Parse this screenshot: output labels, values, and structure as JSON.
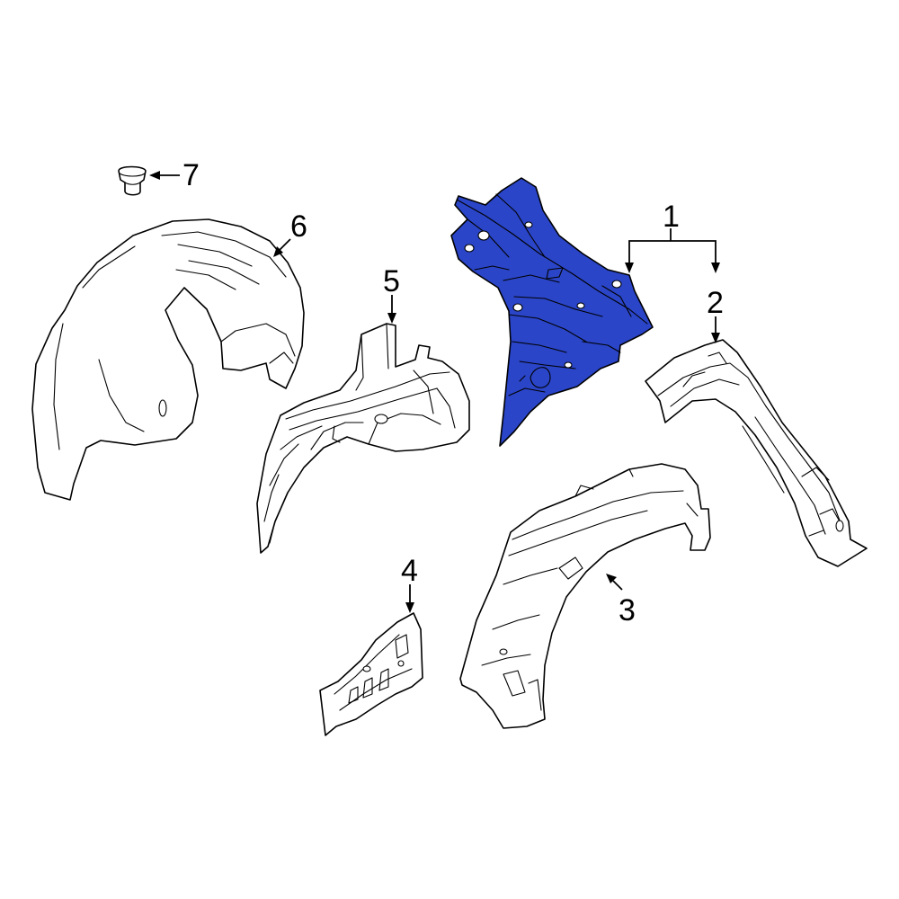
{
  "callouts": {
    "c1": "1",
    "c2": "2",
    "c3": "3",
    "c4": "4",
    "c5": "5",
    "c6": "6",
    "c7": "7"
  },
  "colors": {
    "highlight": "#2a45c8",
    "line": "#000000",
    "background": "#ffffff"
  }
}
